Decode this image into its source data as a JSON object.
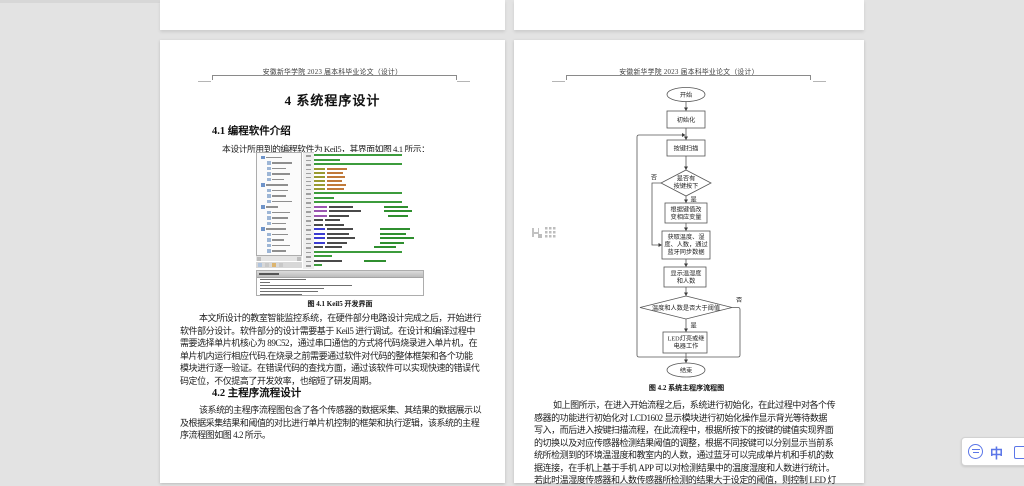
{
  "canvas": {
    "background": "#e3e3e3",
    "page_background": "#ffffff"
  },
  "header": {
    "text": "安徽新华学院 2023 届本科毕业论文（设计）"
  },
  "left_page": {
    "chapter_title": "4  系统程序设计",
    "section_41": "4.1  编程软件介绍",
    "intro_line": "本设计所用到的编程软件为 Keil5，其界面如图 4.1 所示：",
    "figure_caption": "图 4.1  Keil5 开发界面",
    "para1_lines": [
      "本文所设计的教室智能监控系统，在硬件部分电路设计完成之后，开始进行",
      "软件部分设计。软件部分的设计需要基于 Keil5 进行调试。在设计和编译过程中",
      "需要选择单片机核心为 89C52，通过串口通信的方式将代码烧录进入单片机，在",
      "单片机内运行相应代码.在烧录之前需要通过软件对代码的整体框架和各个功能",
      "模块进行逐一验证。在错误代码的查找方面，通过该软件可以实现快速的错误代",
      "码定位，不仅提高了开发效率，也缩短了研发周期。"
    ],
    "section_42": "4.2  主程序流程设计",
    "para2_lines": [
      "该系统的主程序流程图包含了各个传感器的数据采集、其结果的数据展示以",
      "及根据采集结果和阈值的对比进行单片机控制的框架和执行逻辑，该系统的主程",
      "序流程图如图 4.2 所示。"
    ]
  },
  "right_page": {
    "flowchart": {
      "caption": "图 4.2  系统主程序流程图",
      "start": "开始",
      "init": "初始化",
      "scan": "按键扫描",
      "d1_line1": "是否有",
      "d1_line2": "按键按下",
      "r1_line1": "根据键值改",
      "r1_line2": "变相应变量",
      "r2_line1": "获取温度、湿",
      "r2_line2": "度、人数，通过",
      "r2_line3": "蓝牙同步数据",
      "r3_line1": "显示温湿度",
      "r3_line2": "和人数",
      "d2": "温度和人数是否大于阈值",
      "r4_line1": "LED灯亮或继",
      "r4_line2": "电器工作",
      "end": "结束",
      "yes": "是",
      "no": "否"
    },
    "para_lines": [
      "如上图所示，在进入开始流程之后，系统进行初始化，在此过程中对各个传",
      "感器的功能进行初始化对 LCD1602 显示模块进行初始化操作显示背光等待数据",
      "写入，而后进入按键扫描流程，在此流程中，根据所按下的按键的键值实现界面",
      "的切换以及对应传感器检测结果阈值的调整，根据不同按键可以分别显示当前系",
      "统所检测到的环境温湿度和教室内的人数，通过蓝牙可以完成单片机和手机的数",
      "据连接，在手机上基于手机 APP 可以对检测结果中的温度湿度和人数进行统计。",
      "若此时温湿度传感器和人数传感器所检测的结果大于设定的阈值，则控制 LED 灯"
    ]
  },
  "ime": {
    "mode": "中"
  },
  "colors": {
    "accent_blue": "#5b76e8",
    "comment_green": "#2f8f2f"
  }
}
